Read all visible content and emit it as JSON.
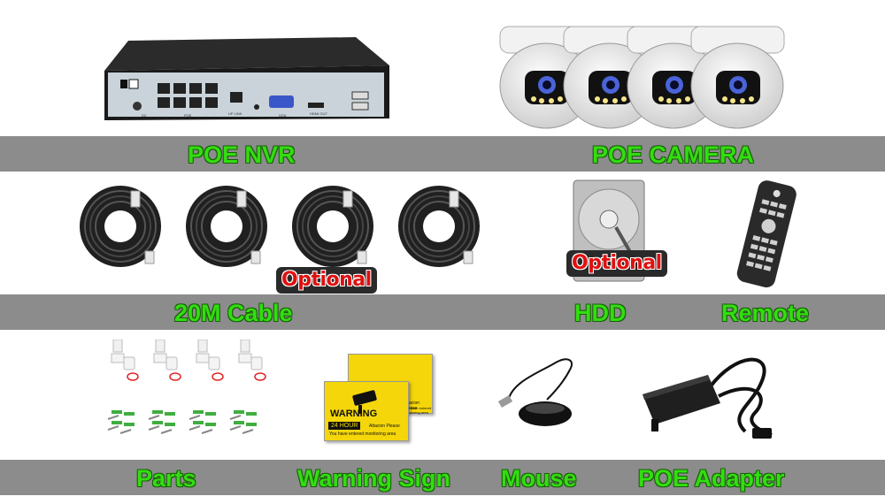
{
  "labels": {
    "nvr": "POE NVR",
    "camera": "POE CAMERA",
    "cable": "20M Cable",
    "hdd": "HDD",
    "remote": "Remote",
    "parts": "Parts",
    "warning_sign": "Warning Sign",
    "mouse": "Mouse",
    "adapter": "POE Adapter"
  },
  "badges": {
    "cable_optional": "Optional",
    "hdd_optional": "Optional"
  },
  "nvr_ports": {
    "dc": "DC",
    "poe": "POE",
    "uplink": "UP LINK",
    "vga": "VGA",
    "hdmi": "HDMI OUT"
  },
  "sign": {
    "warning": "WARNING",
    "hour": "24 HOUR",
    "small1": "Attacion Please",
    "small2": "You have entered monitoring area"
  },
  "colors": {
    "band": "#8c8c8c",
    "label_green": "#33dd11",
    "optional_red": "#e01010",
    "sign_yellow": "#f5d60a"
  }
}
